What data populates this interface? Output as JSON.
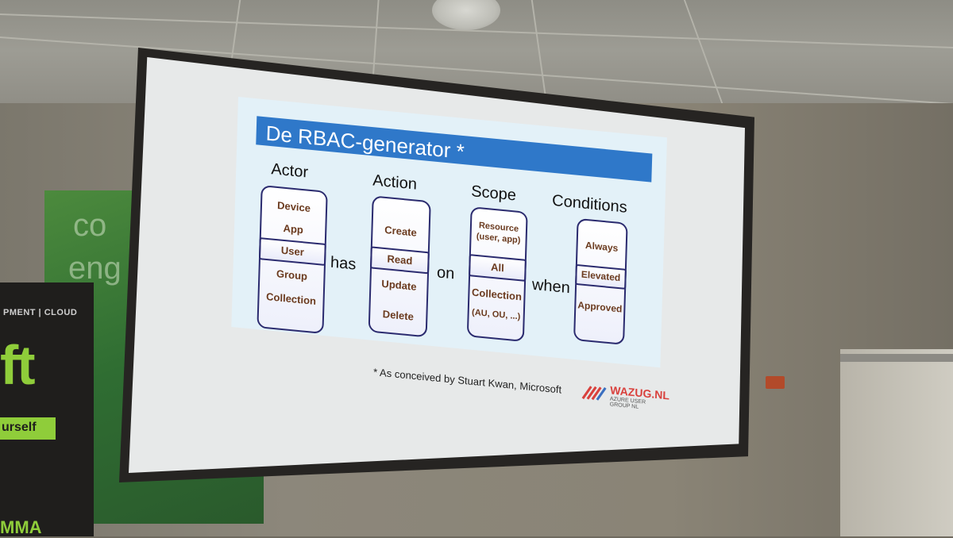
{
  "slide": {
    "title": "De RBAC-generator *",
    "columns": [
      {
        "heading": "Actor",
        "items": [
          "Device",
          "App",
          "User",
          "Group",
          "Collection"
        ]
      },
      {
        "heading": "Action",
        "items": [
          "Create",
          "Read",
          "Update",
          "Delete"
        ]
      },
      {
        "heading": "Scope",
        "items": [
          "Resource",
          "(user, app)",
          "All",
          "Collection",
          "(AU, OU, ...)"
        ]
      },
      {
        "heading": "Conditions",
        "items": [
          "Always",
          "Elevated",
          "Approved"
        ]
      }
    ],
    "connectors": [
      "has",
      "on",
      "when"
    ],
    "footnote": "* As conceived by Stuart Kwan, Microsoft",
    "logo": {
      "name": "WAZUG.NL",
      "subtitle": "AZURE USER GROUP NL"
    }
  },
  "room": {
    "banner_text_1": "co",
    "banner_text_2": "eng",
    "roll_banner_label": "PMENT | CLOUD",
    "roll_banner_big": "ft",
    "roll_banner_tag": "urself",
    "roll_banner_bottom": "MMA"
  },
  "colors": {
    "title_bar": "#2f78c9",
    "item_text": "#6b3b1f",
    "box_border": "#2b2b6f",
    "logo_red": "#d9413d"
  }
}
